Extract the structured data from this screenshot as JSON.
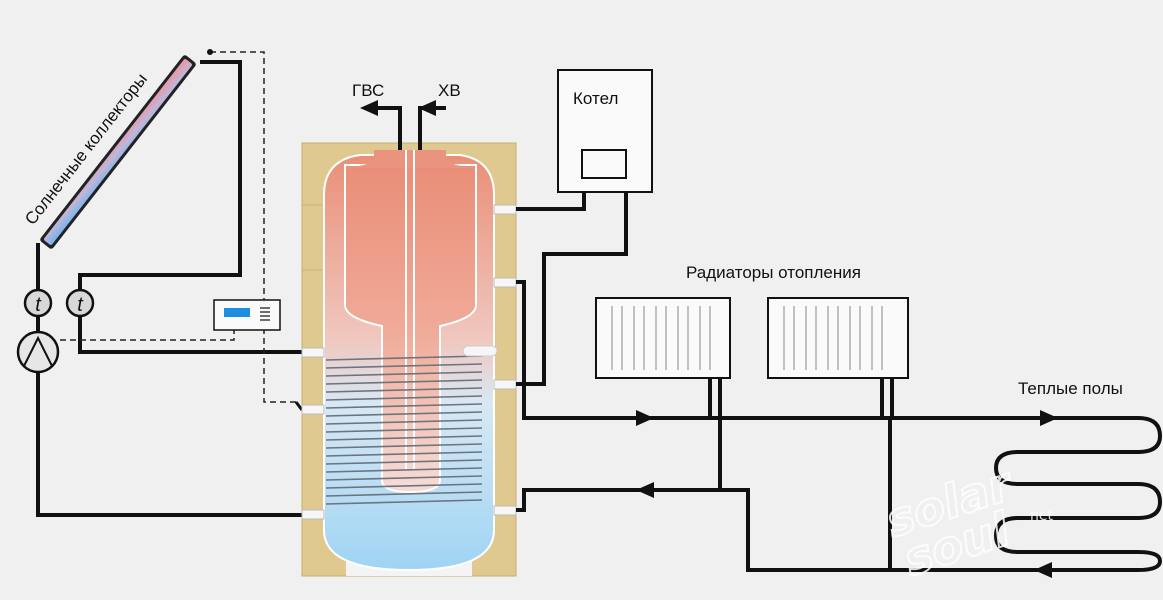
{
  "labels": {
    "solar_collectors": "Солнечные коллекторы",
    "hot_water": "ГВС",
    "cold_water": "ХВ",
    "boiler": "Котел",
    "radiators": "Радиаторы отопления",
    "floor_heating": "Теплые полы",
    "thermometer_symbol": "t"
  },
  "watermark": {
    "line1": "solar",
    "line2": "soul",
    "suffix": "net"
  },
  "colors": {
    "background": "#f0f0f0",
    "pipe": "#111111",
    "insulation": "#e0c98e",
    "water_hot": "#e8907a",
    "water_cold": "#a8d8f4",
    "collector_hot": "#e89aa0",
    "collector_cold": "#7ab8ee",
    "controller_display": "#1e8ee0"
  }
}
